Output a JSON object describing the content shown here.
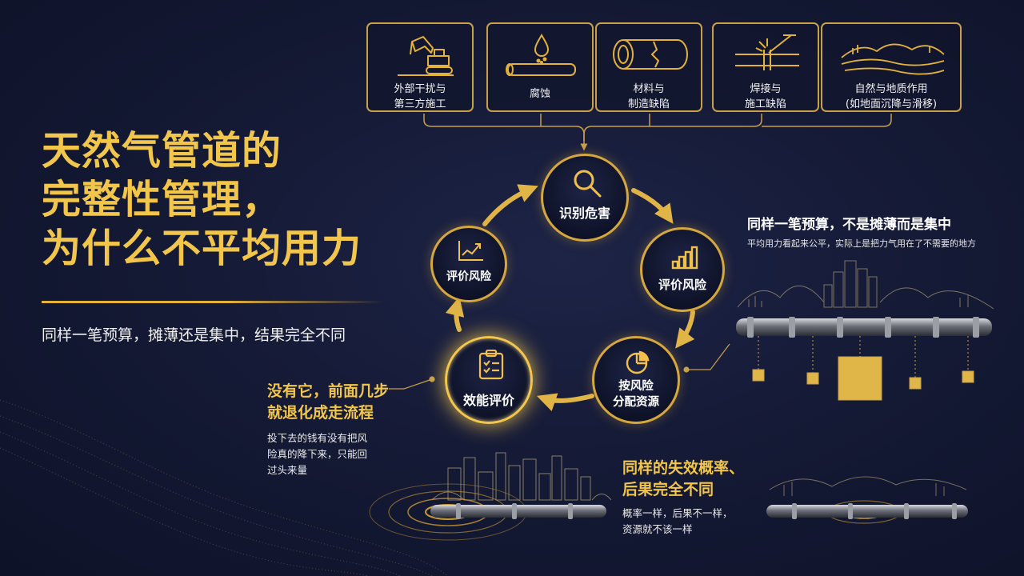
{
  "title": {
    "lines": [
      "天然气管道的",
      "完整性管理，",
      "为什么不平均用力"
    ]
  },
  "subtitle": "同样一笔预算，摊薄还是集中，结果完全不同",
  "hazards": [
    {
      "icon": "excavator-icon",
      "lines": [
        "外部干扰与",
        "第三方施工"
      ]
    },
    {
      "icon": "corroded-pipe-icon",
      "lines": [
        "腐蚀"
      ]
    },
    {
      "icon": "cracked-pipe-icon",
      "lines": [
        "材料与",
        "制造缺陷"
      ]
    },
    {
      "icon": "welding-icon",
      "lines": [
        "焊接与",
        "施工缺陷"
      ]
    },
    {
      "icon": "terrain-icon",
      "lines": [
        "自然与地质作用",
        "(如地面沉降与滑移)"
      ]
    }
  ],
  "cycle": [
    {
      "icon": "magnifier-icon",
      "lines": [
        "识别危害"
      ]
    },
    {
      "icon": "bar-chart-icon",
      "lines": [
        "评价风险"
      ]
    },
    {
      "icon": "pie-chart-icon",
      "lines": [
        "按风险",
        "分配资源"
      ]
    },
    {
      "icon": "checklist-icon",
      "lines": [
        "效能评价"
      ]
    },
    {
      "icon": "trend-chart-icon",
      "lines": [
        "评价风险"
      ]
    }
  ],
  "annotation_right": {
    "heading": "同样一笔预算，不是摊薄而是集中",
    "sub": "平均用力看起来公平，实际上是把力气用在了不需要的地方"
  },
  "annotation_left": {
    "heading_lines": [
      "没有它，前面几步",
      "就退化成走流程"
    ],
    "body_lines": [
      "投下去的钱有没有把风",
      "险真的降下来，只能回",
      "过头来量"
    ]
  },
  "annotation_bottom": {
    "heading_lines": [
      "同样的失效概率、",
      "后果完全不同"
    ],
    "body_lines": [
      "概率一样，后果不一样，",
      "资源就不该一样"
    ]
  },
  "colors": {
    "gold": "#f2c64a",
    "gold_dark": "#c8a04a",
    "background": "#151a36",
    "text": "#ffffff"
  }
}
